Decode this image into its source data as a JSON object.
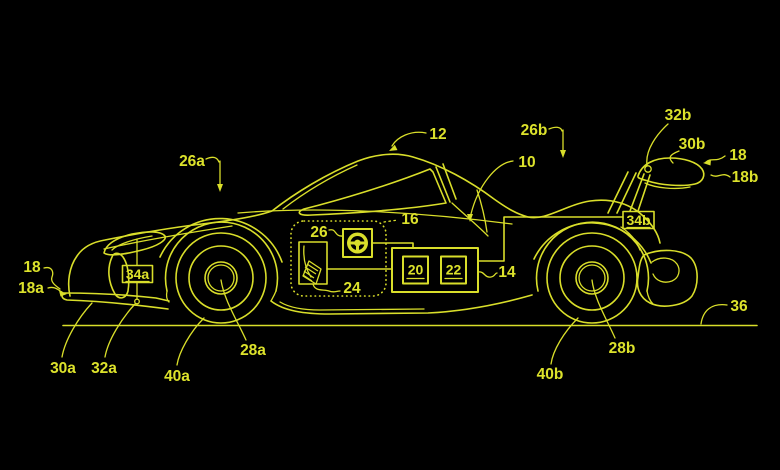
{
  "figure": {
    "kind": "patent-line-drawing",
    "subject": "race car side view with active aerodynamics control schematic",
    "background_color": "#000000",
    "line_color": "#d9de2a",
    "callouts": {
      "n10": "10",
      "n12": "12",
      "n14": "14",
      "n16": "16",
      "n18_front": "18",
      "n18a": "18a",
      "n18_rear": "18",
      "n18b": "18b",
      "n20": "20",
      "n22": "22",
      "n24": "24",
      "n26": "26",
      "n26a": "26a",
      "n26b": "26b",
      "n28a": "28a",
      "n28b": "28b",
      "n30a": "30a",
      "n30b": "30b",
      "n32a": "32a",
      "n32b": "32b",
      "n34a": "34a",
      "n34b": "34b",
      "n36": "36",
      "n40a": "40a",
      "n40b": "40b"
    }
  }
}
